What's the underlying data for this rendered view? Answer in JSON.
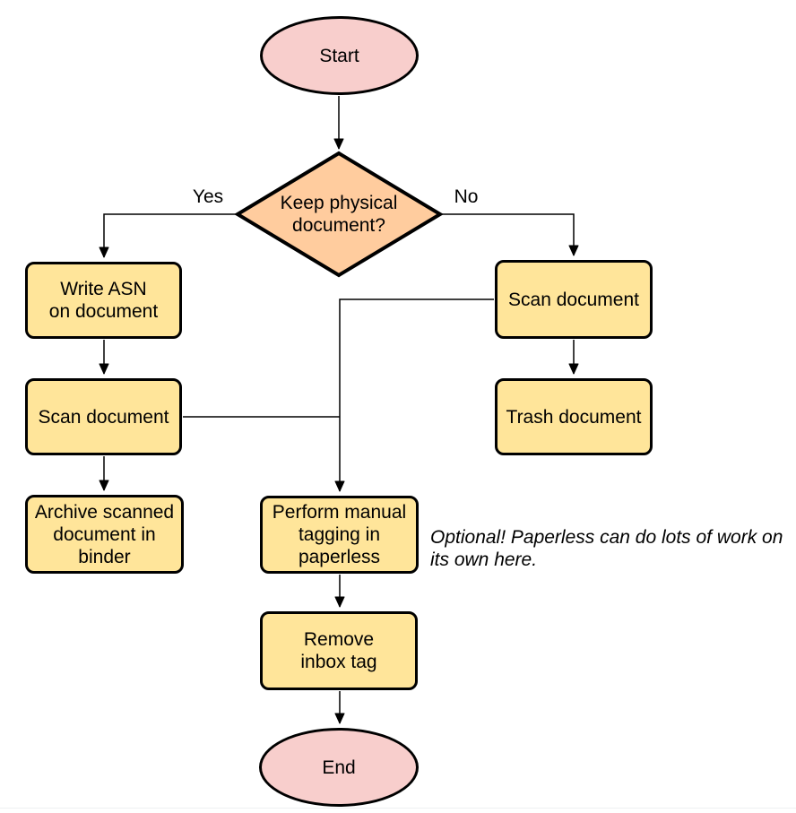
{
  "colors": {
    "terminator_fill": "#f8cecc",
    "decision_fill": "#ffcc9e",
    "process_fill": "#ffe59a",
    "stroke": "#000000"
  },
  "nodes": {
    "start": {
      "label": "Start"
    },
    "decision": {
      "label": "Keep physical\ndocument?"
    },
    "write_asn": {
      "label": "Write ASN\non document"
    },
    "scan_left": {
      "label": "Scan document"
    },
    "archive": {
      "label": "Archive scanned\ndocument in\nbinder"
    },
    "scan_right": {
      "label": "Scan document"
    },
    "trash": {
      "label": "Trash document"
    },
    "perform_tagging": {
      "label": "Perform manual\ntagging in\npaperless"
    },
    "remove_inbox": {
      "label": "Remove\ninbox tag"
    },
    "end": {
      "label": "End"
    }
  },
  "edge_labels": {
    "yes": "Yes",
    "no": "No"
  },
  "annotation": {
    "text": "Optional! Paperless can do lots of work on\nits own here."
  }
}
